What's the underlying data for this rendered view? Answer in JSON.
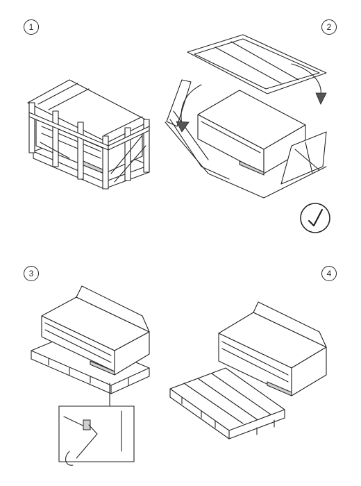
{
  "steps": [
    {
      "number": "1"
    },
    {
      "number": "2"
    },
    {
      "number": "3"
    },
    {
      "number": "4"
    }
  ],
  "icons": {
    "check": "check-circle-icon",
    "arrow": "rotate-arrow-icon",
    "hook": "hook-tool-icon"
  },
  "colors": {
    "line": "#222222",
    "fill": "#ffffff",
    "shade": "#cfcfcf"
  }
}
